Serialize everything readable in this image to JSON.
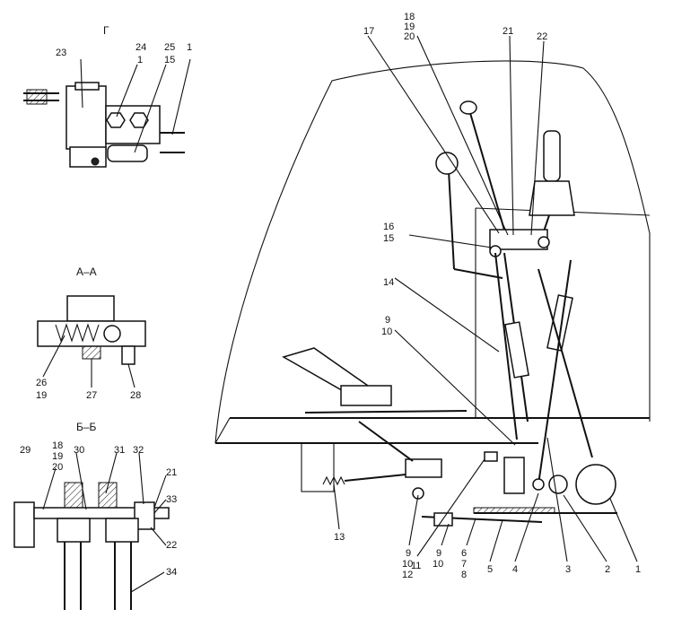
{
  "views": {
    "g": {
      "title": "Г",
      "labels": [
        {
          "id": "23",
          "text": "23"
        },
        {
          "id": "24",
          "text": "24"
        },
        {
          "id": "1a",
          "text": "1"
        },
        {
          "id": "25",
          "text": "25"
        },
        {
          "id": "15",
          "text": "15"
        },
        {
          "id": "1",
          "text": "1"
        }
      ]
    },
    "aa": {
      "title": "А–А",
      "labels": [
        {
          "id": "26",
          "text": "26"
        },
        {
          "id": "19",
          "text": "19"
        },
        {
          "id": "27",
          "text": "27"
        },
        {
          "id": "28",
          "text": "28"
        }
      ]
    },
    "bb": {
      "title": "Б–Б",
      "labels": [
        {
          "id": "29",
          "text": "29"
        },
        {
          "id": "18",
          "text": "18"
        },
        {
          "id": "19",
          "text": "19"
        },
        {
          "id": "20",
          "text": "20"
        },
        {
          "id": "30",
          "text": "30"
        },
        {
          "id": "31",
          "text": "31"
        },
        {
          "id": "32",
          "text": "32"
        },
        {
          "id": "21",
          "text": "21"
        },
        {
          "id": "33",
          "text": "33"
        },
        {
          "id": "22",
          "text": "22"
        },
        {
          "id": "34",
          "text": "34"
        }
      ]
    }
  },
  "main": {
    "labels": [
      {
        "id": "18",
        "text": "18"
      },
      {
        "id": "19",
        "text": "19"
      },
      {
        "id": "20",
        "text": "20"
      },
      {
        "id": "17",
        "text": "17"
      },
      {
        "id": "21",
        "text": "21"
      },
      {
        "id": "22",
        "text": "22"
      },
      {
        "id": "16",
        "text": "16"
      },
      {
        "id": "15",
        "text": "15"
      },
      {
        "id": "14",
        "text": "14"
      },
      {
        "id": "9a",
        "text": "9"
      },
      {
        "id": "10a",
        "text": "10"
      },
      {
        "id": "13",
        "text": "13"
      },
      {
        "id": "9b",
        "text": "9"
      },
      {
        "id": "10b",
        "text": "10"
      },
      {
        "id": "12",
        "text": "12"
      },
      {
        "id": "11",
        "text": "11"
      },
      {
        "id": "9c",
        "text": "9"
      },
      {
        "id": "10c",
        "text": "10"
      },
      {
        "id": "6",
        "text": "6"
      },
      {
        "id": "7",
        "text": "7"
      },
      {
        "id": "8",
        "text": "8"
      },
      {
        "id": "5",
        "text": "5"
      },
      {
        "id": "4",
        "text": "4"
      },
      {
        "id": "3",
        "text": "3"
      },
      {
        "id": "2",
        "text": "2"
      },
      {
        "id": "1",
        "text": "1"
      }
    ]
  }
}
